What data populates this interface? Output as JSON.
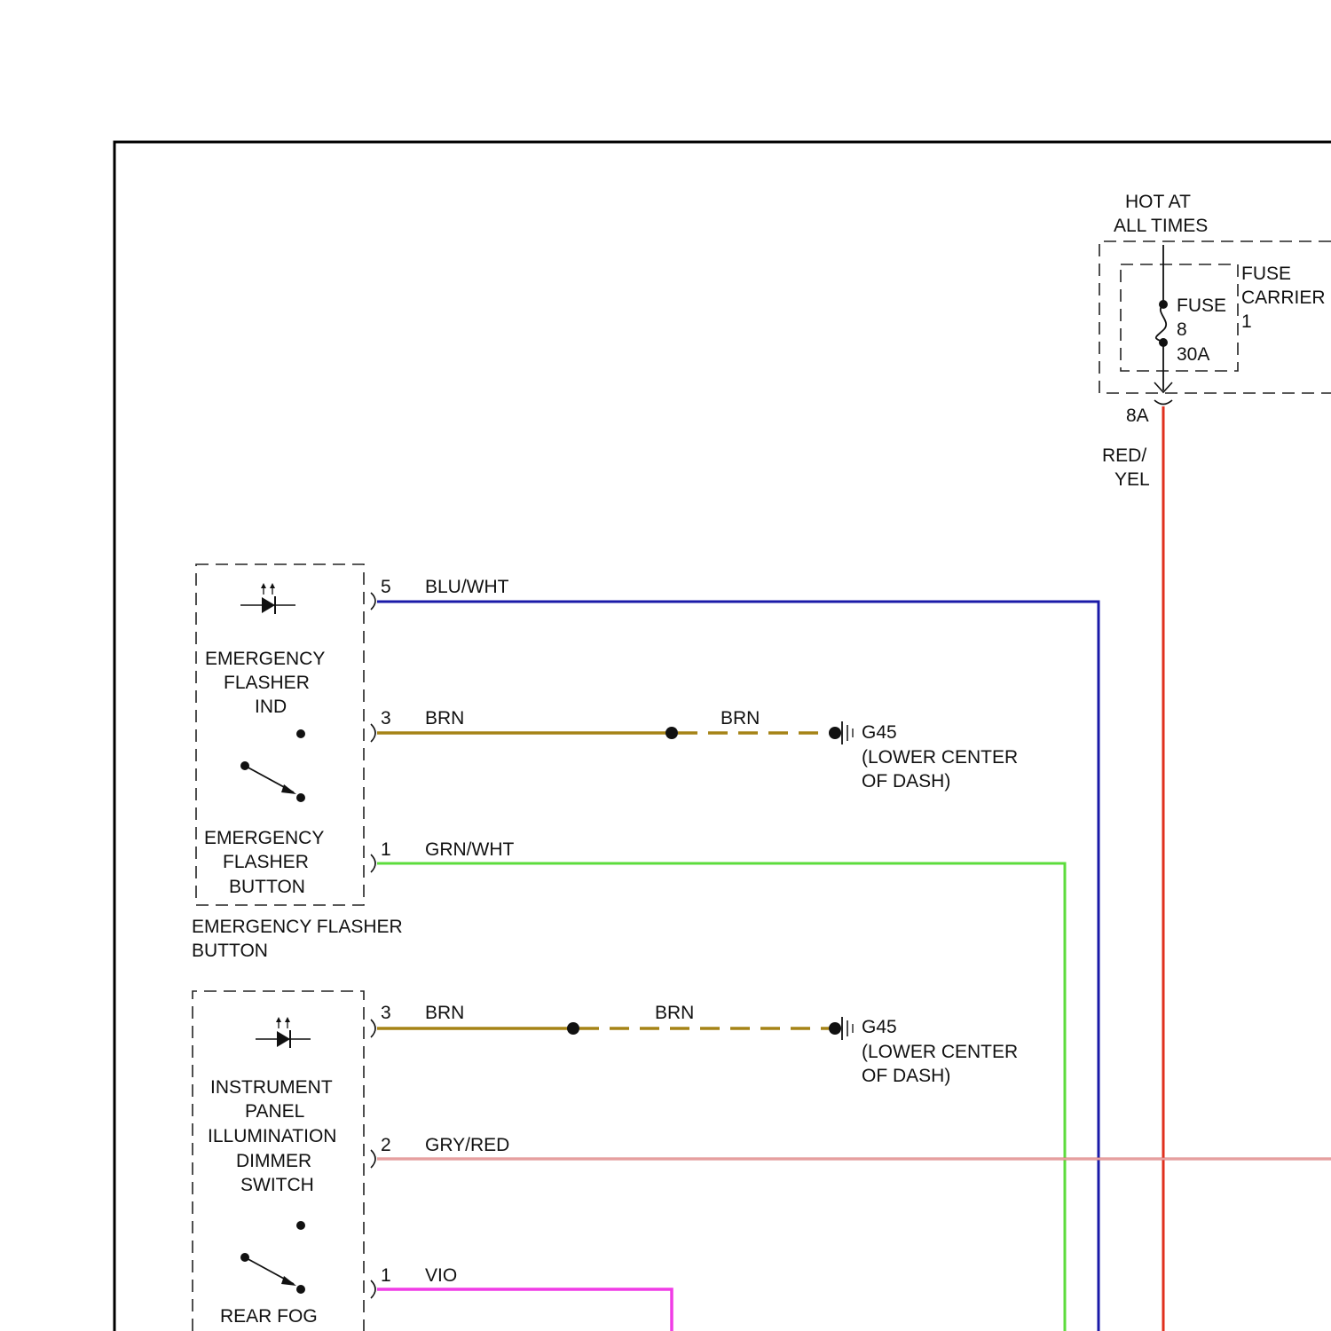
{
  "power": {
    "hot_label_1": "HOT AT",
    "hot_label_2": "ALL TIMES",
    "carrier_label_1": "FUSE",
    "carrier_label_2": "CARRIER",
    "carrier_label_3": "1",
    "fuse_label_1": "FUSE",
    "fuse_label_2": "8",
    "fuse_label_3": "30A",
    "pin_label": "8A",
    "wire_color_1": "RED/",
    "wire_color_2": "YEL"
  },
  "flasher_module": {
    "ind_label_1": "EMERGENCY",
    "ind_label_2": "FLASHER",
    "ind_label_3": "IND",
    "button_label_1": "EMERGENCY",
    "button_label_2": "FLASHER",
    "button_label_3": "BUTTON",
    "component_label_1": "EMERGENCY FLASHER",
    "component_label_2": "BUTTON",
    "pins": [
      {
        "pin": "5",
        "wire": "BLU/WHT"
      },
      {
        "pin": "3",
        "wire": "BRN",
        "wire_after_splice": "BRN"
      },
      {
        "pin": "1",
        "wire": "GRN/WHT"
      }
    ],
    "ground": {
      "id": "G45",
      "loc_1": "(LOWER CENTER",
      "loc_2": "OF DASH)"
    }
  },
  "dimmer_module": {
    "label_1": "INSTRUMENT",
    "label_2": "PANEL",
    "label_3": "ILLUMINATION",
    "label_4": "DIMMER",
    "label_5": "SWITCH",
    "rear_fog_label": "REAR FOG",
    "pins": [
      {
        "pin": "3",
        "wire": "BRN",
        "wire_after_splice": "BRN"
      },
      {
        "pin": "2",
        "wire": "GRY/RED"
      },
      {
        "pin": "1",
        "wire": "VIO"
      }
    ],
    "ground": {
      "id": "G45",
      "loc_1": "(LOWER CENTER",
      "loc_2": "OF DASH)"
    }
  },
  "colors": {
    "frame": "#000000",
    "red_yel": "#e0301e",
    "blu_wht": "#1a1aa8",
    "brn": "#a58316",
    "grn_wht": "#5cdc3c",
    "gry_red": "#d97a7a",
    "vio": "#f03ce6"
  }
}
